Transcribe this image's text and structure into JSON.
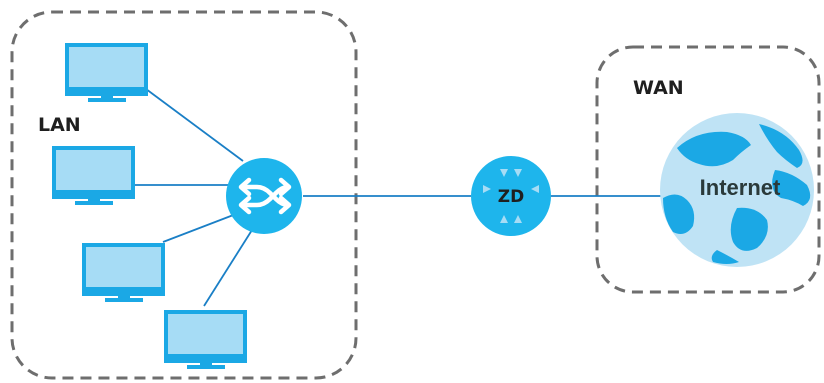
{
  "zones": {
    "lan": {
      "label": "LAN"
    },
    "wan": {
      "label": "WAN"
    }
  },
  "nodes": {
    "router": {
      "label": "ZD"
    },
    "internet": {
      "label": "Internet"
    }
  },
  "icons": {
    "computer": "monitor-icon",
    "switch": "switch-icon",
    "router": "router-icon",
    "internet": "globe-icon"
  },
  "colors": {
    "line": "#1a7fc6",
    "monitor_screen": "#a6dcf5",
    "monitor_frame": "#1ba8e5",
    "switch_fill": "#1eb5ec",
    "globe_fill": "#bfe3f5",
    "globe_land": "#1ba8e5",
    "zone_border": "#6e6e6e"
  }
}
